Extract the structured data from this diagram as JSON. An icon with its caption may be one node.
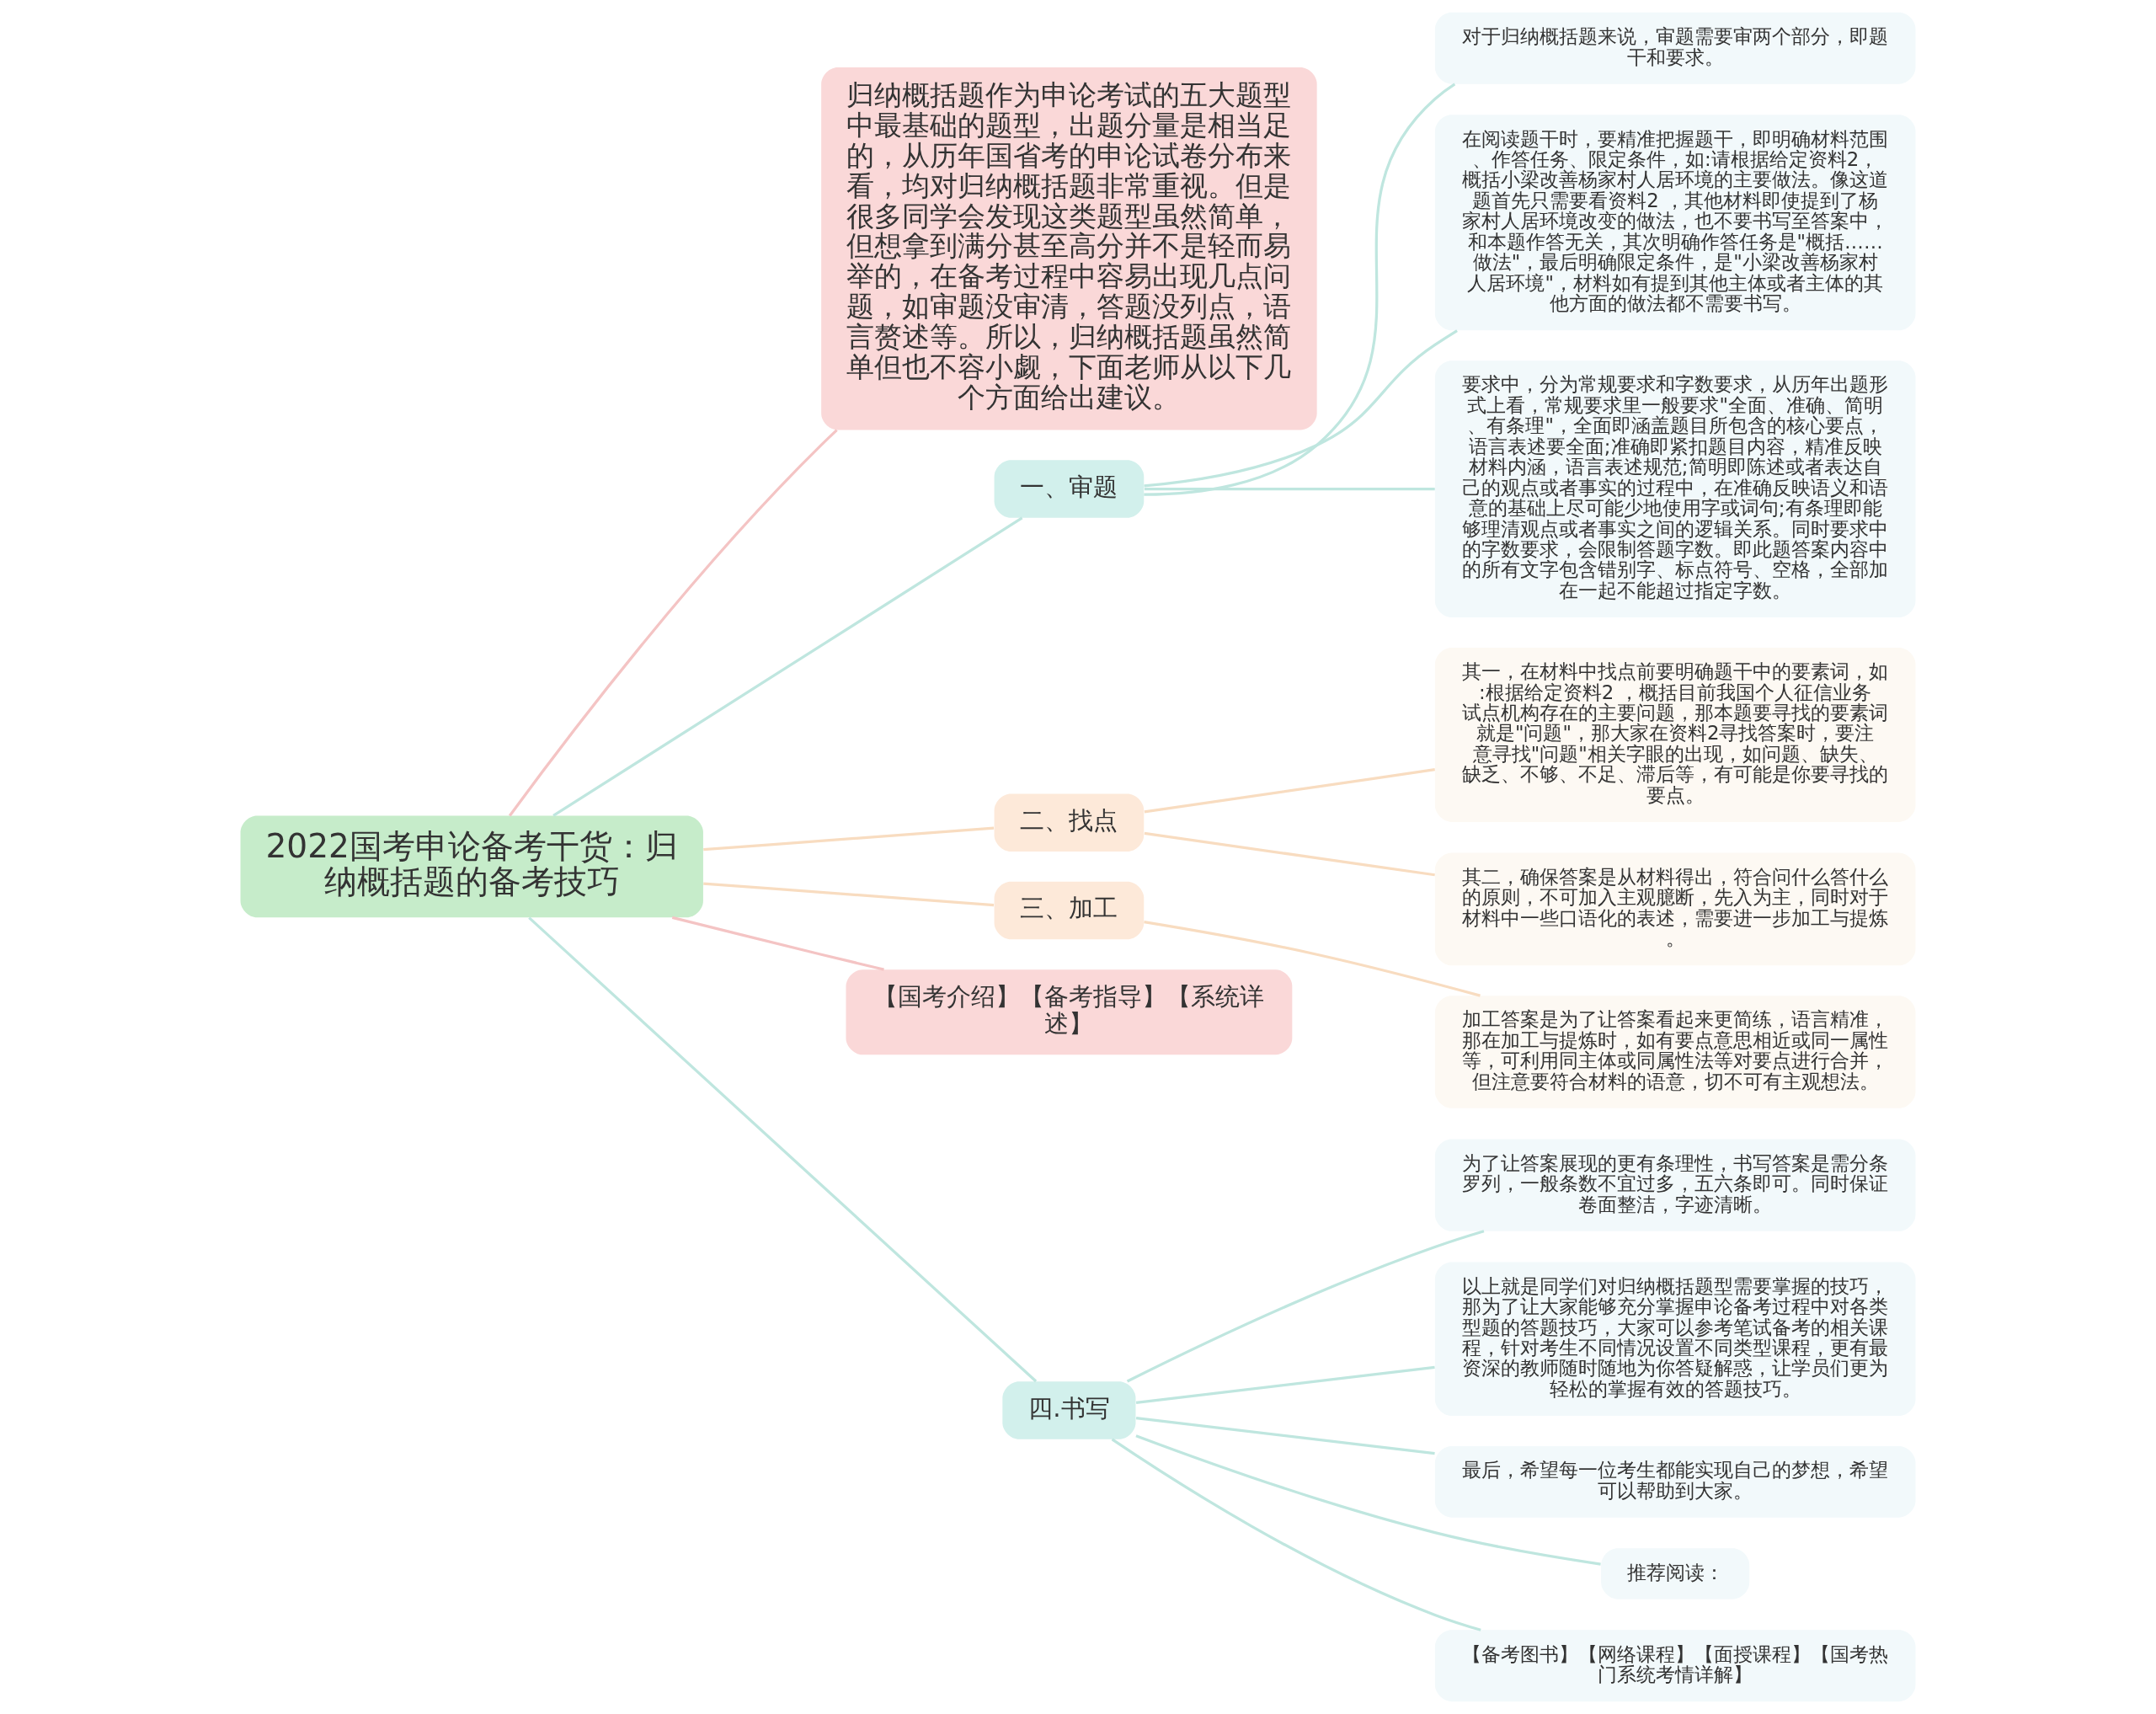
{
  "diagram": {
    "nodes": [
      {
        "text": [
          "2022国考申论备考干货：归纳概括题的备考技巧"
        ]
      },
      {
        "text": [
          "归纳概括题作为申论考试的五大题型中最基础的题型，出题分量是相当足的，从历年国省考的申论试卷分布来看，均对归纳概括题非常重视。但是很多同学会发现这类题型虽然简单，但想拿到满分甚至高分并不是轻而易举的，在备考过程中容易出现几点问题，如审题没审清，答题没列点，语言赘述等。所以，归纳概括题虽然简单但也不容小觑，下面老师从以下几个方面给出建议。"
        ]
      },
      {
        "text": [
          "一、审题"
        ]
      },
      {
        "text": [
          "对于归纳概括题来说，审题需要审两个部分，即题干和要求。"
        ]
      },
      {
        "text": [
          "在阅读题干时，要精准把握题干，即明确材料范围、作答任务、限定条件，如:请根据给定资料2，概括小梁改善杨家村人居环境的主要做法。像这道题首先只需要看资料2 ，其他材料即使提到了杨家村人居环境改变的做法，也不要书写至答案中，和本题作答无关，其次明确作答任务是\"概括……做法\"，最后明确限定条件，是\"小梁改善杨家村人居环境\"，材料如有提到其他主体或者主体的其他方面的做法都不需要书写。"
        ]
      },
      {
        "text": [
          "要求中，分为常规要求和字数要求，从历年出题形式上看，常规要求里一般要求\"全面、准确、简明、有条理\"，全面即涵盖题目所包含的核心要点，语言表述要全面;准确即紧扣题目内容，精准反映材料内涵，语言表述规范;简明即陈述或者表达自己的观点或者事实的过程中，在准确反映语义和语意的基础上尽可能少地使用字或词句;有条理即能够理清观点或者事实之间的逻辑关系。同时要求中的字数要求，会限制答题字数。即此题答案内容中的所有文字包含错别字、标点符号、空格，全部加在一起不能超过指定字数。"
        ]
      },
      {
        "text": [
          "二、找点"
        ]
      },
      {
        "text": [
          "其一，在材料中找点前要明确题干中的要素词，如:根据给定资料2 ，概括目前我国个人征信业务试点机构存在的主要问题，那本题要寻找的要素词就是\"问题\"，那大家在资料2寻找答案时，要注意寻找\"问题\"相关字眼的出现，如问题、缺失、缺乏、不够、不足、滞后等，有可能是你要寻找的要点。"
        ]
      },
      {
        "text": [
          "其二，确保答案是从材料得出，符合问什么答什么的原则，不可加入主观臆断，先入为主，同时对于材料中一些口语化的表述，需要进一步加工与提炼。"
        ]
      },
      {
        "text": [
          "三、加工"
        ]
      },
      {
        "text": [
          "加工答案是为了让答案看起来更简练，语言精准，那在加工与提炼时，如有要点意思相近或同一属性等，可利用同主体或同属性法等对要点进行合并，但注意要符合材料的语意，切不可有主观想法。"
        ]
      },
      {
        "text": [
          "【国考介绍】【备考指导】【系统详述】"
        ]
      },
      {
        "text": [
          "四.书写"
        ]
      },
      {
        "text": [
          "为了让答案展现的更有条理性，书写答案是需分条罗列，一般条数不宜过多，五六条即可。同时保证卷面整洁，字迹清晰。"
        ]
      },
      {
        "text": [
          "以上就是同学们对归纳概括题型需要掌握的技巧，那为了让大家能够充分掌握申论备考过程中对各类型题的答题技巧，大家可以参考笔试备考的相关课程，针对考生不同情况设置不同类型课程，更有最资深的教师随时随地为你答疑解惑，让学员们更为轻松的掌握有效的答题技巧。"
        ]
      },
      {
        "text": [
          "最后，希望每一位考生都能实现自己的梦想，希望可以帮助到大家。"
        ]
      },
      {
        "text": [
          "推荐阅读："
        ]
      },
      {
        "text": [
          "【备考图书】【网络课程】【面授课程】【国考热门系统考情详解】"
        ]
      }
    ],
    "edges": [
      {
        "from": 0,
        "to": 1,
        "arrow": "none",
        "color": "#f4c4c4"
      },
      {
        "from": 0,
        "to": 2,
        "arrow": "none"
      },
      {
        "from": 2,
        "to": 3,
        "arrow": "none"
      },
      {
        "from": 2,
        "to": 4,
        "arrow": "none"
      },
      {
        "from": 2,
        "to": 5,
        "arrow": "none"
      },
      {
        "from": 0,
        "to": 6,
        "arrow": "none",
        "color": "#f8dcc0"
      },
      {
        "from": 6,
        "to": 7,
        "arrow": "none",
        "color": "#f8dcc0"
      },
      {
        "from": 6,
        "to": 8,
        "arrow": "none",
        "color": "#f8dcc0"
      },
      {
        "from": 0,
        "to": 9,
        "arrow": "none",
        "color": "#f8dcc0"
      },
      {
        "from": 9,
        "to": 10,
        "arrow": "none",
        "color": "#f8dcc0"
      },
      {
        "from": 0,
        "to": 11,
        "arrow": "none",
        "color": "#f4c4c4"
      },
      {
        "from": 0,
        "to": 12,
        "arrow": "none"
      },
      {
        "from": 12,
        "to": 13,
        "arrow": "none"
      },
      {
        "from": 12,
        "to": 14,
        "arrow": "none"
      },
      {
        "from": 12,
        "to": 15,
        "arrow": "none"
      },
      {
        "from": 12,
        "to": 16,
        "arrow": "none"
      },
      {
        "from": 12,
        "to": 17,
        "arrow": "none"
      }
    ]
  }
}
